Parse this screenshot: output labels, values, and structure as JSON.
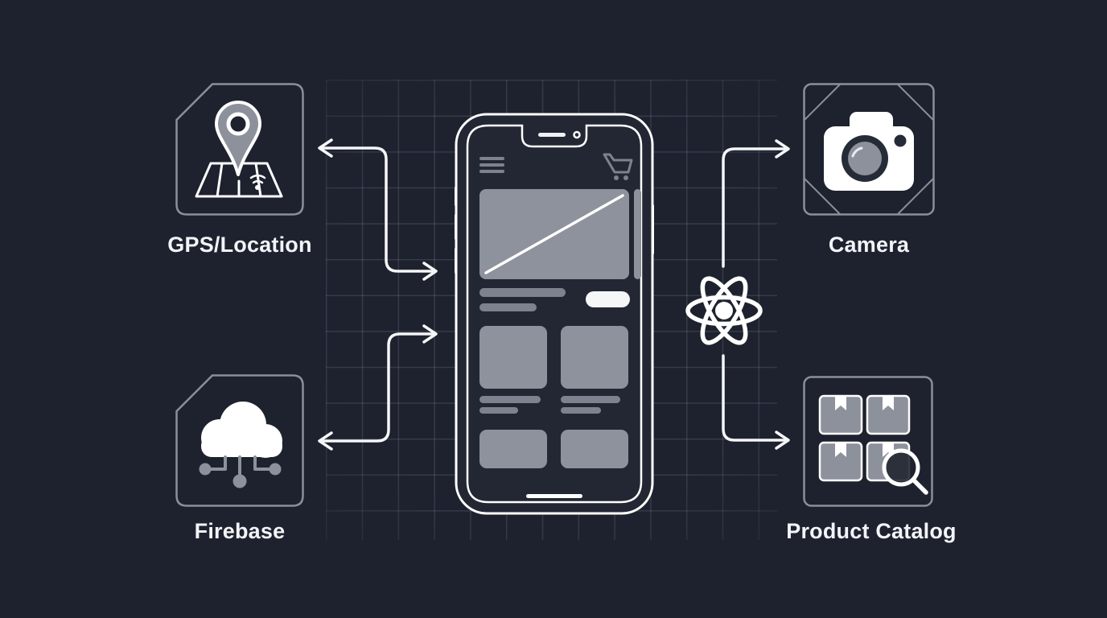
{
  "diagram": {
    "type": "mobile-app-architecture",
    "center_device": "smartphone-wireframe-mockup",
    "framework_icon": "react-logo",
    "nodes": {
      "gps": {
        "label": "GPS/Location",
        "icon": "map-pin-icon",
        "position": "top-left"
      },
      "camera": {
        "label": "Camera",
        "icon": "camera-icon",
        "position": "top-right"
      },
      "firebase": {
        "label": "Firebase",
        "icon": "cloud-network-icon",
        "position": "bottom-left"
      },
      "product_catalog": {
        "label": "Product Catalog",
        "icon": "package-boxes-search-icon",
        "position": "bottom-right"
      }
    },
    "edges": [
      {
        "from": "phone",
        "to": "gps",
        "bidirectional": true,
        "shape": "elbow"
      },
      {
        "from": "phone",
        "to": "firebase",
        "bidirectional": true,
        "shape": "elbow"
      },
      {
        "from": "react-logo",
        "to": "camera",
        "bidirectional": false,
        "shape": "elbow"
      },
      {
        "from": "react-logo",
        "to": "product_catalog",
        "bidirectional": false,
        "shape": "elbow"
      }
    ],
    "phone_ui_placeholders": [
      "hamburger-menu",
      "shopping-cart",
      "hero-image",
      "text-lines",
      "cta-pill-button",
      "product-card-grid-2x2",
      "home-indicator"
    ]
  },
  "colors": {
    "background": "#1e222e",
    "grid_line": "#3a4050",
    "node_border": "#8a8f9b",
    "icon_gray": "#8d919b",
    "muted_gray": "#7d828e",
    "line_white": "#f5f6f8",
    "phone_fill": "#232734",
    "lens_dark": "#262b38"
  }
}
